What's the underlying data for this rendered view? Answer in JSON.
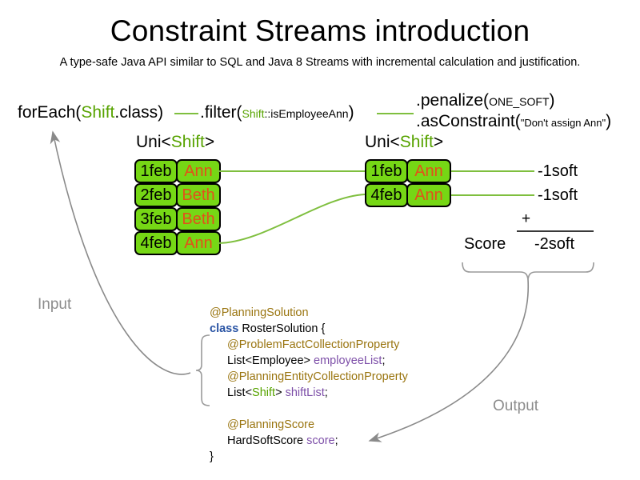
{
  "header": {
    "title": "Constraint Streams introduction",
    "subtitle": "A type-safe Java API similar to SQL and Java 8 Streams with incremental calculation and justification."
  },
  "pipeline": {
    "for_each": {
      "prefix": "forEach(",
      "type": "Shift",
      "suffix": ".class)"
    },
    "filter": {
      "prefix": ".filter(",
      "type": "Shift",
      "method": "::isEmployeeAnn",
      "suffix": ")"
    },
    "penalize": {
      "prefix": ".penalize(",
      "arg": "ONE_SOFT",
      "suffix": ")"
    },
    "as_constraint": {
      "prefix": ".asConstraint(",
      "arg": "\"Don't assign Ann\"",
      "suffix": ")"
    }
  },
  "streams": {
    "left": {
      "label_prefix": "Uni<",
      "label_type": "Shift",
      "label_suffix": ">",
      "rows": [
        {
          "date": "1feb",
          "name": "Ann"
        },
        {
          "date": "2feb",
          "name": "Beth"
        },
        {
          "date": "3feb",
          "name": "Beth"
        },
        {
          "date": "4feb",
          "name": "Ann"
        }
      ]
    },
    "right": {
      "label_prefix": "Uni<",
      "label_type": "Shift",
      "label_suffix": ">",
      "rows": [
        {
          "date": "1feb",
          "name": "Ann"
        },
        {
          "date": "4feb",
          "name": "Ann"
        }
      ]
    }
  },
  "scores": {
    "line1": "-1soft",
    "line2": "-1soft",
    "operator": "+",
    "total": "-2soft",
    "label": "Score"
  },
  "code": {
    "l1_ann": "@PlanningSolution",
    "l2_kw": "class",
    "l2_rest": " RosterSolution {",
    "l3_ann": "@ProblemFactCollectionProperty",
    "l4_type": "List<Employee> ",
    "l4_fld": "employeeList",
    "l4_semi": ";",
    "l5_ann": "@PlanningEntityCollectionProperty",
    "l6_type_a": "List<",
    "l6_type_g": "Shift",
    "l6_type_b": "> ",
    "l6_fld": "shiftList",
    "l6_semi": ";",
    "l7_ann": "@PlanningScore",
    "l8_type": "HardSoftScore ",
    "l8_fld": "score",
    "l8_semi": ";",
    "l9_close": "}"
  },
  "annotations": {
    "input": "Input",
    "output": "Output"
  },
  "colors": {
    "shift_green": "#57a300",
    "cell_fill": "#76d715",
    "name_orange": "#e2511a",
    "connector_green": "#7fbf3f",
    "annotation_brown": "#9a7510",
    "keyword_blue": "#2a54a4",
    "field_purple": "#7d4fa8",
    "grey_label": "#8c8c8c"
  }
}
